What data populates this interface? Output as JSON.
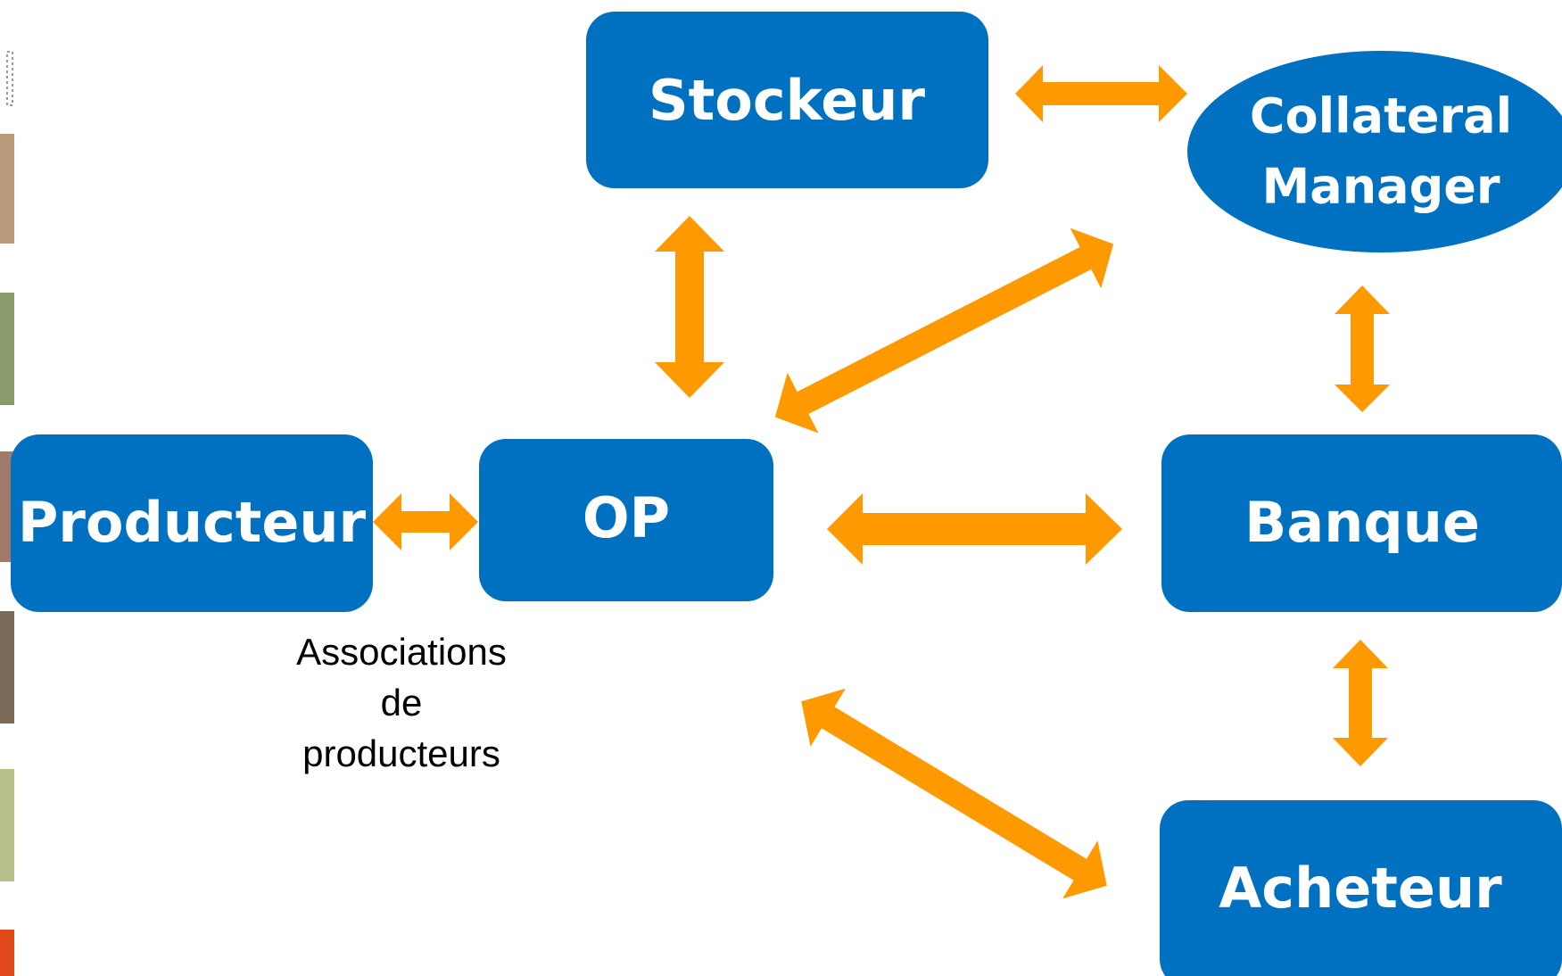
{
  "nodes": {
    "stockeur": "Stockeur",
    "collateral_manager": [
      "Collateral",
      "Manager"
    ],
    "producteur": "Producteur",
    "op": "OP",
    "banque": "Banque",
    "acheteur": "Acheteur"
  },
  "op_caption": [
    "Associations",
    "de",
    "producteurs"
  ],
  "colors": {
    "node_fill": "#0070C0",
    "arrow_fill": "#FF9900",
    "text": "#ffffff"
  },
  "sidebar_thumbnails": [
    "photo",
    "photo",
    "photo",
    "photo",
    "photo",
    "photo"
  ]
}
